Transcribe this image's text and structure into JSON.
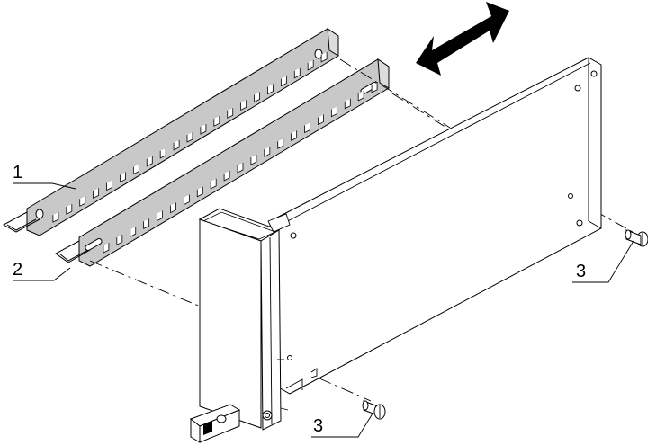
{
  "callouts": [
    {
      "id": "1",
      "label": "1"
    },
    {
      "id": "2",
      "label": "2"
    },
    {
      "id": "3a",
      "label": "3"
    },
    {
      "id": "3b",
      "label": "3"
    }
  ],
  "colors": {
    "rail_fill": "#c8c8c8",
    "outline": "#000000",
    "background": "#ffffff",
    "arrow": "#000000"
  },
  "parts": {
    "guide_rail_upper": "guide-rail",
    "guide_rail_lower": "guide-rail",
    "front_panel": "front-panel",
    "circuit_board": "plug-in-card",
    "screw": "fixing-screw"
  }
}
